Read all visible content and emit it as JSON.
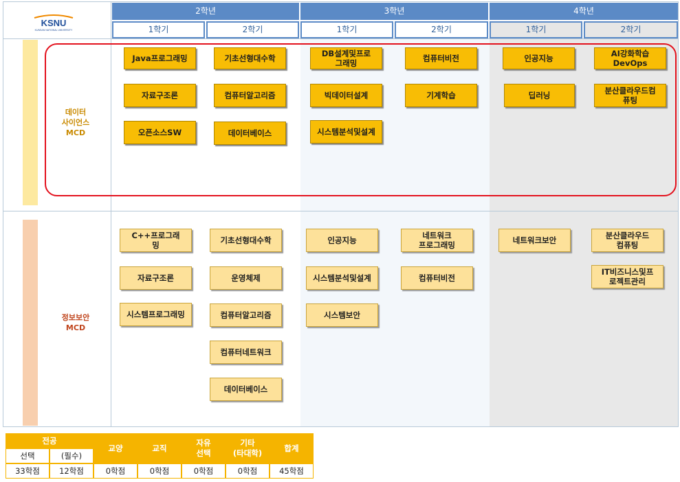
{
  "logo": {
    "text": "KSNU",
    "subtitle": "KUNSAN NATIONAL UNIVERSITY"
  },
  "years": [
    {
      "label": "2학년",
      "semesters": [
        "1학기",
        "2학기"
      ]
    },
    {
      "label": "3학년",
      "semesters": [
        "1학기",
        "2학기"
      ]
    },
    {
      "label": "4학년",
      "semesters": [
        "1학기",
        "2학기"
      ]
    }
  ],
  "tracks": {
    "data_science": {
      "label_line1": "데이터",
      "label_line2": "사이언스",
      "label_line3": "MCD",
      "courses": {
        "y2s1": [
          "Java프로그래밍",
          "자료구조론",
          "오픈소스SW"
        ],
        "y2s2": [
          "기초선형대수학",
          "컴퓨터알고리즘",
          "데이터베이스"
        ],
        "y3s1": [
          "DB설계및프로\n그래밍",
          "빅데이터설계",
          "시스템분석및설계"
        ],
        "y3s2": [
          "컴퓨터비전",
          "기계학습"
        ],
        "y4s1": [
          "인공지능",
          "딥러닝"
        ],
        "y4s2": [
          "AI강화학습\nDevOps",
          "분산클라우드컴\n퓨팅"
        ]
      }
    },
    "info_security": {
      "label_line1": "정보보안",
      "label_line2": "MCD",
      "courses": {
        "y2s1": [
          "C++프로그래\n밍",
          "자료구조론",
          "시스템프로그래밍"
        ],
        "y2s2": [
          "기초선형대수학",
          "운영체제",
          "컴퓨터알고리즘",
          "컴퓨터네트워크",
          "데이터베이스"
        ],
        "y3s1": [
          "인공지능",
          "시스템분석및설계",
          "시스템보안"
        ],
        "y3s2": [
          "네트워크\n프로그래밍",
          "컴퓨터비전"
        ],
        "y4s1": [
          "네트워크보안"
        ],
        "y4s2": [
          "분산클라우드\n컴퓨팅",
          "IT비즈니스및프\n로젝트관리"
        ]
      }
    }
  },
  "credits": {
    "major_label": "전공",
    "elective_label": "선택",
    "required_label": "(필수)",
    "general_label": "교양",
    "teaching_label": "교직",
    "free_label_line1": "자유",
    "free_label_line2": "선택",
    "other_label_line1": "기타",
    "other_label_line2": "(타대학)",
    "total_label": "합계",
    "elective_value": "33학점",
    "required_value": "12학점",
    "general_value": "0학점",
    "teaching_value": "0학점",
    "free_value": "0학점",
    "other_value": "0학점",
    "total_value": "45학점"
  },
  "colors": {
    "header_blue": "#5b8ac6",
    "ds_course": "#f8bd05",
    "sec_course": "#fde19a",
    "highlight": "#e3101c"
  }
}
